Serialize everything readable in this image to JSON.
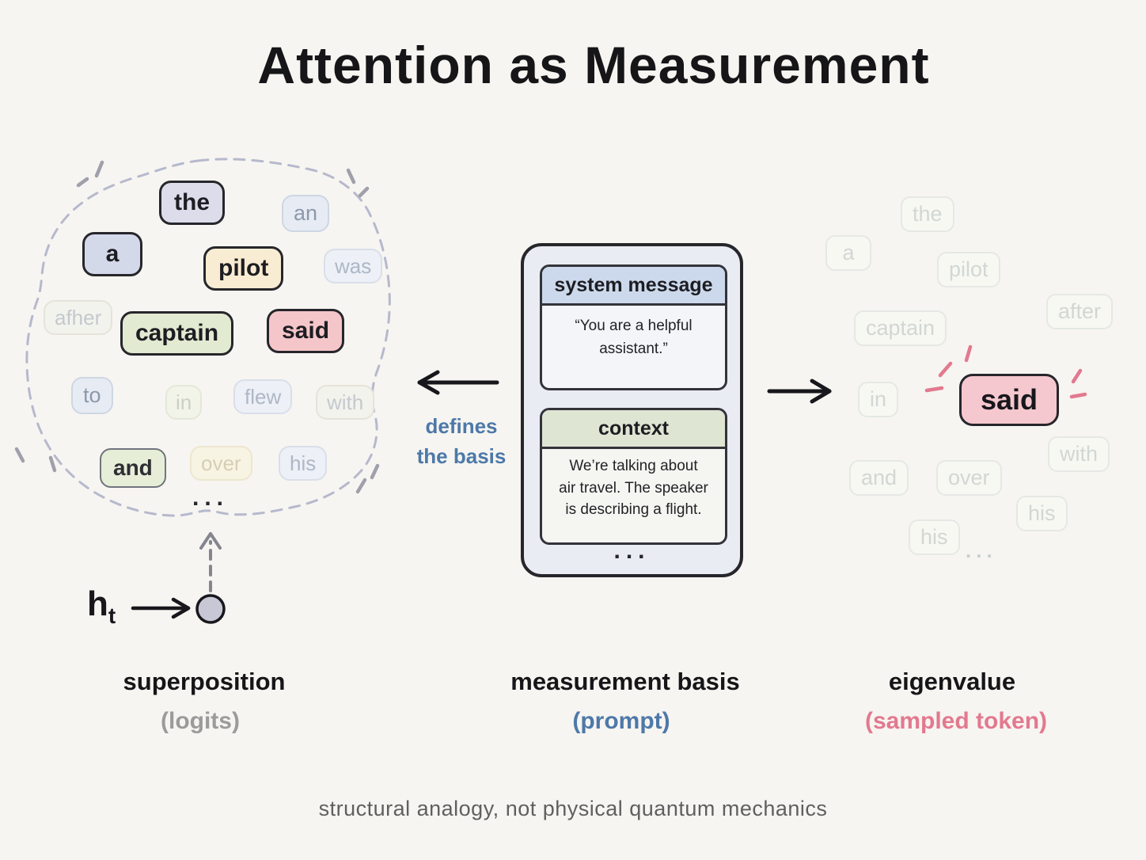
{
  "title": "Attention as Measurement",
  "cloud": {
    "tokens": [
      "the",
      "an",
      "a",
      "pilot",
      "was",
      "afher",
      "captain",
      "said",
      "to",
      "in",
      "flew",
      "with",
      "and",
      "over",
      "his"
    ],
    "ellipsis": "...",
    "hidden_state": {
      "base": "h",
      "sub": "t"
    }
  },
  "panel": {
    "system_header": "system message",
    "system_body_lines": [
      "“You are a helpful",
      "assistant.”"
    ],
    "context_header": "context",
    "context_body_lines": [
      "We’re talking about",
      "air travel. The speaker",
      "is describing a flight."
    ],
    "ellipsis": "..."
  },
  "annotations": {
    "defines_lines": [
      "defines",
      "the basis"
    ]
  },
  "sampled": {
    "tokens": [
      "the",
      "a",
      "pilot",
      "after",
      "captain",
      "in",
      "with",
      "and",
      "over",
      "his",
      "his"
    ],
    "highlight": "said",
    "ellipsis": "..."
  },
  "column_labels": {
    "left": {
      "label": "superposition",
      "sublabel": "(logits)"
    },
    "middle": {
      "label": "measurement basis",
      "sublabel": "(prompt)"
    },
    "right": {
      "label": "eigenvalue",
      "sublabel": "(sampled token)"
    }
  },
  "footer": "structural analogy, not physical quantum mechanics",
  "colors": {
    "background": "#f7f5f1",
    "ink": "#1f1f22",
    "cloud_dash": "#b6b9cd",
    "accent_blue": "#4d79a9",
    "accent_pink": "#e2798f",
    "muted_gray": "#9b9b9b",
    "token_lavender": "#dddceb",
    "token_blue": "#d4d9ea",
    "token_cream": "#f8ecd2",
    "token_green": "#e2ead2",
    "token_pink": "#f5c6c9",
    "panel_fill": "#e9edf3",
    "system_header_fill": "#ccd9ec",
    "context_header_fill": "#dee5d3"
  }
}
